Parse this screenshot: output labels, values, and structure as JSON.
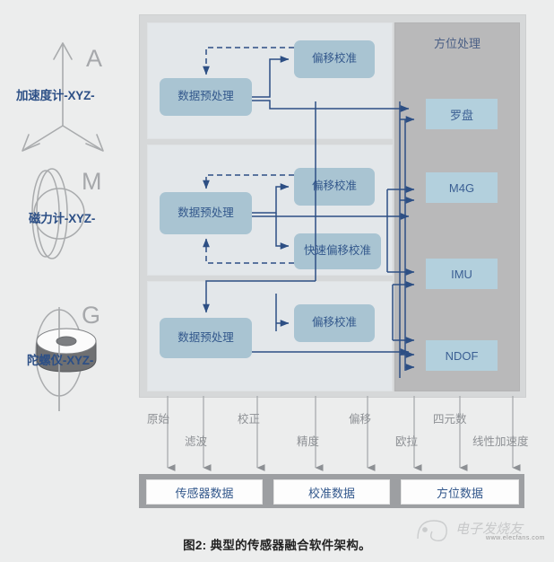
{
  "figure": {
    "caption": "图2: 典型的传感器融合软件架构。"
  },
  "sensors": [
    {
      "id": "accelerometer",
      "letter": "A",
      "label": "加速度计-XYZ-",
      "icon": "triaxial-arrows-icon"
    },
    {
      "id": "magnetometer",
      "letter": "M",
      "label": "磁力计-XYZ-",
      "icon": "magnetic-field-icon"
    },
    {
      "id": "gyroscope",
      "letter": "G",
      "label": "陀螺仪-XYZ-",
      "icon": "spinning-disc-icon"
    }
  ],
  "pipelines": [
    {
      "id": "accel-pipeline",
      "preprocess": "数据预处理",
      "blocks": [
        "偏移校准"
      ]
    },
    {
      "id": "mag-pipeline",
      "preprocess": "数据预处理",
      "blocks": [
        "偏移校准",
        "快速偏移校准"
      ]
    },
    {
      "id": "gyro-pipeline",
      "preprocess": "数据预处理",
      "blocks": [
        "偏移校准"
      ]
    }
  ],
  "orientation": {
    "title": "方位处理",
    "outputs": [
      "罗盘",
      "M4G",
      "IMU",
      "NDOF"
    ]
  },
  "flow_labels": [
    {
      "text": "原始",
      "row": "top"
    },
    {
      "text": "滤波",
      "row": "bottom"
    },
    {
      "text": "校正",
      "row": "top"
    },
    {
      "text": "精度",
      "row": "bottom"
    },
    {
      "text": "偏移",
      "row": "top"
    },
    {
      "text": "欧拉",
      "row": "bottom"
    },
    {
      "text": "四元数",
      "row": "top"
    },
    {
      "text": "线性加速度",
      "row": "bottom"
    }
  ],
  "data_boxes": [
    "传感器数据",
    "校准数据",
    "方位数据"
  ],
  "watermark": {
    "name": "电子发烧友",
    "url": "www.elecfans.com"
  },
  "colors": {
    "page_bg": "#eceded",
    "outer_card": "#d6d8d9",
    "sensor_panel": "#e3e7ea",
    "orient_panel": "#b9b9ba",
    "process_block": "#a9c4d2",
    "orient_block": "#b3d0dd",
    "arrow_blue": "#2d4f84",
    "label_gray": "#8d9094",
    "text_blue": "#33588c",
    "bottom_bar": "#9d9fa2"
  }
}
